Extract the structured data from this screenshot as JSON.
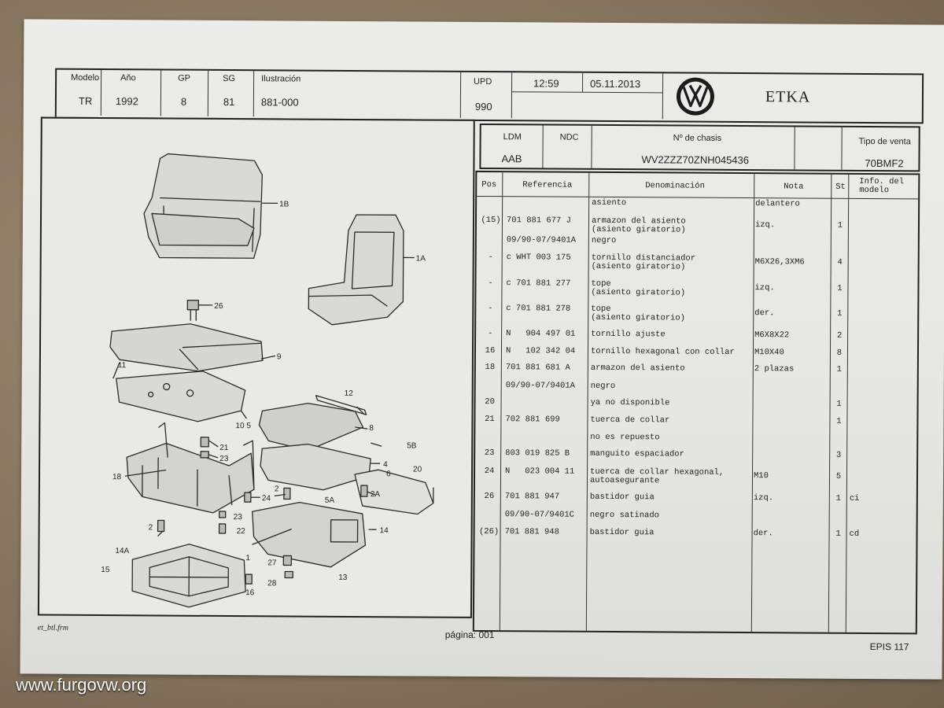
{
  "header": {
    "modelo_label": "Modelo",
    "modelo": "TR",
    "ano_label": "Año",
    "ano": "1992",
    "gp_label": "GP",
    "gp": "8",
    "sg_label": "SG",
    "sg": "81",
    "ilus_label": "Ilustración",
    "ilus": "881-000",
    "upd_label": "UPD",
    "upd": "990",
    "time": "12:59",
    "date": "05.11.2013",
    "brand": "ETKA"
  },
  "vehicle": {
    "ldm_label": "LDM",
    "ldm": "AAB",
    "ndc_label": "NDC",
    "chasis_label": "Nº de chasis",
    "chasis": "WV2ZZZ70ZNH045436",
    "venta_label": "Tipo de venta",
    "venta": "70BMF2"
  },
  "table": {
    "headers": {
      "pos": "Pos",
      "ref": "Referencia",
      "den": "Denominación",
      "nota": "Nota",
      "st": "St",
      "info": "Info. del\nmodelo"
    },
    "rows": [
      {
        "pos": "",
        "ref": "",
        "den": "asiento",
        "nota": "delantero",
        "st": "",
        "info": ""
      },
      {
        "pos": "(15)",
        "ref": "701 881 677 J",
        "den": "armazon del asiento\n(asiento giratorio)",
        "nota": "izq.",
        "st": "1",
        "info": ""
      },
      {
        "pos": "",
        "ref": "09/90-07/9401A",
        "den": "negro",
        "nota": "",
        "st": "",
        "info": ""
      },
      {
        "pos": "-",
        "ref": "c WHT 003 175",
        "den": "tornillo distanciador\n(asiento giratorio)",
        "nota": "M6X26,3XM6",
        "st": "4",
        "info": ""
      },
      {
        "pos": "-",
        "ref": "c 701 881 277",
        "den": "tope\n(asiento giratorio)",
        "nota": "izq.",
        "st": "1",
        "info": ""
      },
      {
        "pos": "-",
        "ref": "c 701 881 278",
        "den": "tope\n(asiento giratorio)",
        "nota": "der.",
        "st": "1",
        "info": ""
      },
      {
        "pos": "-",
        "ref": "N   904 497 01",
        "den": "tornillo ajuste",
        "nota": "M6X8X22",
        "st": "2",
        "info": ""
      },
      {
        "pos": "16",
        "ref": "N   102 342 04",
        "den": "tornillo hexagonal con collar",
        "nota": "M10X40",
        "st": "8",
        "info": ""
      },
      {
        "pos": "18",
        "ref": "701 881 681 A",
        "den": "armazon del asiento",
        "nota": "2 plazas",
        "st": "1",
        "info": ""
      },
      {
        "pos": "",
        "ref": "09/90-07/9401A",
        "den": "negro",
        "nota": "",
        "st": "",
        "info": ""
      },
      {
        "pos": "20",
        "ref": "",
        "den": "ya no disponible",
        "nota": "",
        "st": "1",
        "info": ""
      },
      {
        "pos": "21",
        "ref": "702 881 699",
        "den": "tuerca de collar",
        "nota": "",
        "st": "1",
        "info": ""
      },
      {
        "pos": "",
        "ref": "",
        "den": "no es repuesto",
        "nota": "",
        "st": "",
        "info": ""
      },
      {
        "pos": "23",
        "ref": "803 019 825 B",
        "den": "manguito espaciador",
        "nota": "",
        "st": "3",
        "info": ""
      },
      {
        "pos": "24",
        "ref": "N   023 004 11",
        "den": "tuerca de collar hexagonal,\nautoasegurante",
        "nota": "M10",
        "st": "5",
        "info": ""
      },
      {
        "pos": "26",
        "ref": "701 881 947",
        "den": "bastidor guia",
        "nota": "izq.",
        "st": "1",
        "info": "ci"
      },
      {
        "pos": "",
        "ref": "09/90-07/9401C",
        "den": "negro satinado",
        "nota": "",
        "st": "",
        "info": ""
      },
      {
        "pos": "(26)",
        "ref": "701 881 948",
        "den": "bastidor guia",
        "nota": "der.",
        "st": "1",
        "info": "cd"
      }
    ]
  },
  "illustration": {
    "callouts": [
      "1B",
      "1A",
      "26",
      "11",
      "9",
      "12",
      "5",
      "10",
      "8",
      "21",
      "23",
      "5B",
      "4",
      "18",
      "2",
      "24",
      "6",
      "20",
      "5A",
      "2A",
      "2",
      "23",
      "22",
      "14",
      "14A",
      "15",
      "16",
      "27",
      "28",
      "13",
      "1"
    ]
  },
  "footer": {
    "form": "et_btl.frm",
    "page": "página: 001",
    "epis": "EPIS 117"
  },
  "watermark": "www.furgovw.org"
}
